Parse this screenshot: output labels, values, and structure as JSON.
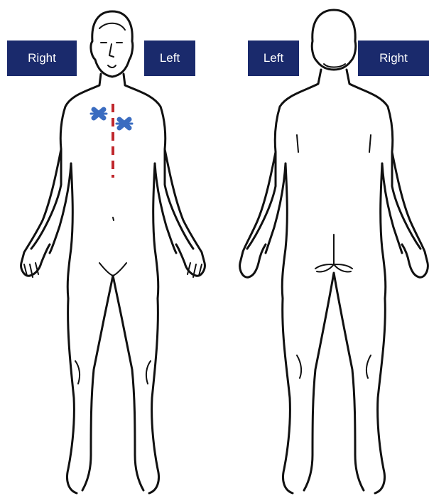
{
  "labels": {
    "front_right": "Right",
    "front_left": "Left",
    "back_left": "Left",
    "back_right": "Right"
  },
  "colors": {
    "label_background": "#1a2a6c",
    "midline_marker": "#c0282d",
    "electrode_marker": "#3a6cc0"
  },
  "markers": {
    "midline": "red-dashed-line",
    "electrodes": [
      "x-marker",
      "x-marker"
    ]
  }
}
